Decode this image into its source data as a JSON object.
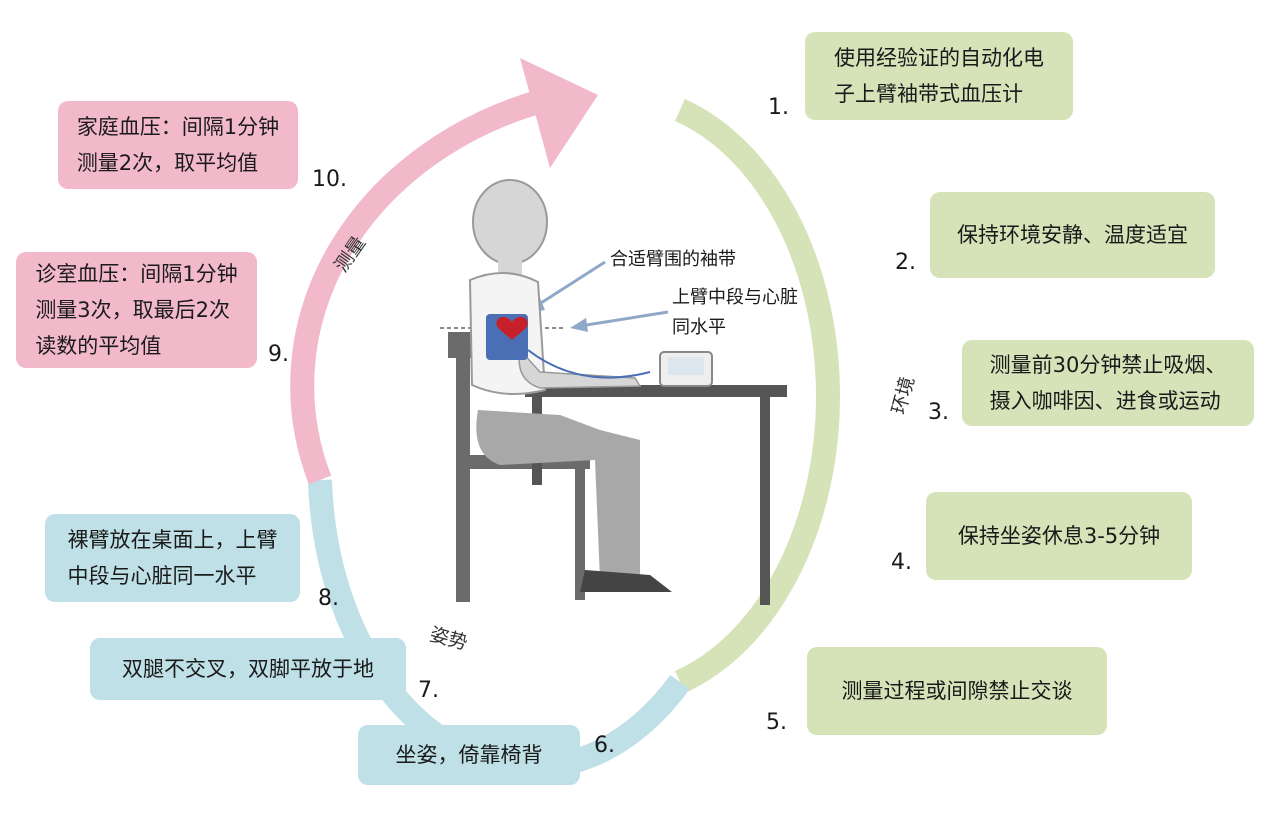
{
  "steps": [
    {
      "num": "1.",
      "text": "使用经验证的自动化电\n子上臂袖带式血压计"
    },
    {
      "num": "2.",
      "text": "保持环境安静、温度适宜"
    },
    {
      "num": "3.",
      "text": "测量前30分钟禁止吸烟、\n摄入咖啡因、进食或运动"
    },
    {
      "num": "4.",
      "text": "保持坐姿休息3-5分钟"
    },
    {
      "num": "5.",
      "text": "测量过程或间隙禁止交谈"
    },
    {
      "num": "6.",
      "text": "坐姿，倚靠椅背"
    },
    {
      "num": "7.",
      "text": "双腿不交叉，双脚平放于地"
    },
    {
      "num": "8.",
      "text": "裸臂放在桌面上，上臂\n中段与心脏同一水平"
    },
    {
      "num": "9.",
      "text": "诊室血压：间隔1分钟\n测量3次，取最后2次\n读数的平均值"
    },
    {
      "num": "10.",
      "text": "家庭血压：间隔1分钟\n测量2次，取平均值"
    }
  ],
  "segments": {
    "environment": "环境",
    "posture": "姿势",
    "measurement": "测量"
  },
  "callouts": {
    "cuff": "合适臂围的袖带",
    "arm_level": "上臂中段与心脏\n同水平"
  },
  "colors": {
    "environment": "#d6e2b8",
    "posture": "#bfe0e6",
    "measurement": "#f2b9cb",
    "heart": "#c8202a",
    "cuff": "#4a6fb5"
  }
}
